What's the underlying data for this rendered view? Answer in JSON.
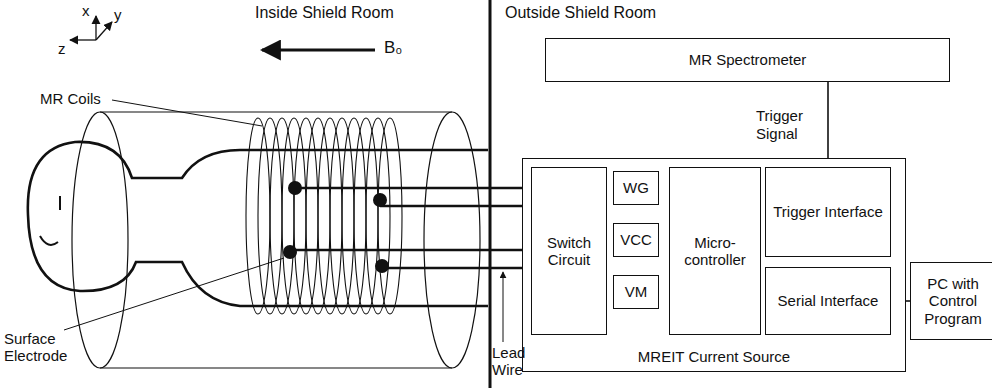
{
  "diagram": {
    "nodes": [
      {
        "text": [
          "MR Spectrometer"
        ]
      },
      {
        "text": [
          "MREIT Current Source"
        ]
      },
      {
        "text": [
          "Switch Circuit"
        ],
        "in": 1
      },
      {
        "text": [
          "WG"
        ],
        "in": 1
      },
      {
        "text": [
          "VCC"
        ],
        "in": 1
      },
      {
        "text": [
          "VM"
        ],
        "in": 1
      },
      {
        "text": [
          "Micro- controller"
        ],
        "in": 1
      },
      {
        "text": [
          "Trigger Interface"
        ],
        "in": 1
      },
      {
        "text": [
          "Serial Interface"
        ],
        "in": 1
      },
      {
        "text": [
          "PC with Control Program"
        ]
      }
    ],
    "edges": [
      {
        "from": 0,
        "to": 7,
        "label": "Trigger Signal",
        "arrow": "none"
      },
      {
        "from": 8,
        "to": 9,
        "arrow": "none"
      }
    ],
    "labels": [
      "Inside Shield Room",
      "Outside Shield Room",
      "x",
      "y",
      "z",
      "B₀",
      "MR Coils",
      "Surface Electrode",
      "Lead Wire"
    ]
  }
}
